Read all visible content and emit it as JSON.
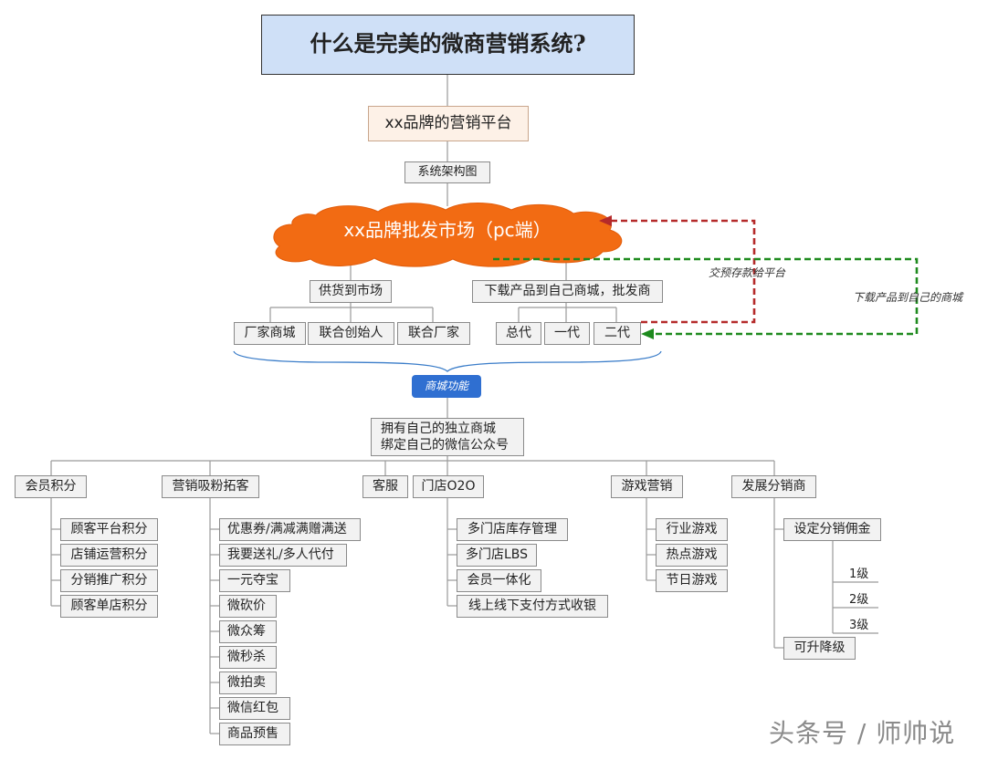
{
  "title": "什么是完美的微商营销系统?",
  "platform": "xx品牌的营销平台",
  "architecture": "系统架构图",
  "market": "xx品牌批发市场（pc端）",
  "supply": {
    "label": "供货到市场",
    "children": [
      "厂家商城",
      "联合创始人",
      "联合厂家"
    ]
  },
  "download": {
    "label": "下载产品到自己商城，批发商",
    "children": [
      "总代",
      "一代",
      "二代"
    ]
  },
  "arrow_notes": {
    "deposit": "交预存款给平台",
    "download": "下载产品到自己的商城"
  },
  "mall_function": "商城功能",
  "own_mall": [
    "拥有自己的独立商城",
    "绑定自己的微信公众号"
  ],
  "categories": {
    "points": {
      "label": "会员积分",
      "items": [
        "顾客平台积分",
        "店铺运营积分",
        "分销推广积分",
        "顾客单店积分"
      ]
    },
    "marketing": {
      "label": "营销吸粉拓客",
      "items": [
        "优惠券/满减满赠满送",
        "我要送礼/多人代付",
        "一元夺宝",
        "微砍价",
        "微众筹",
        "微秒杀",
        "微拍卖",
        "微信红包",
        "商品预售"
      ]
    },
    "service": {
      "label": "客服"
    },
    "o2o": {
      "label": "门店O2O",
      "items": [
        "多门店库存管理",
        "多门店LBS",
        "会员一体化",
        "线上线下支付方式收银"
      ]
    },
    "games": {
      "label": "游戏营销",
      "items": [
        "行业游戏",
        "热点游戏",
        "节日游戏"
      ]
    },
    "distribution": {
      "label": "发展分销商",
      "items": [
        "设定分销佣金",
        "可升降级"
      ],
      "levels": [
        "1级",
        "2级",
        "3级"
      ]
    }
  },
  "watermark": "头条号 / 师帅说",
  "colors": {
    "title_bg": "#cfe0f7",
    "cloud": "#f26b13",
    "red_arrow": "#b52a2a",
    "green_arrow": "#1e8a1e",
    "pill": "#2f6fd1",
    "brace": "#3b7dc9"
  }
}
